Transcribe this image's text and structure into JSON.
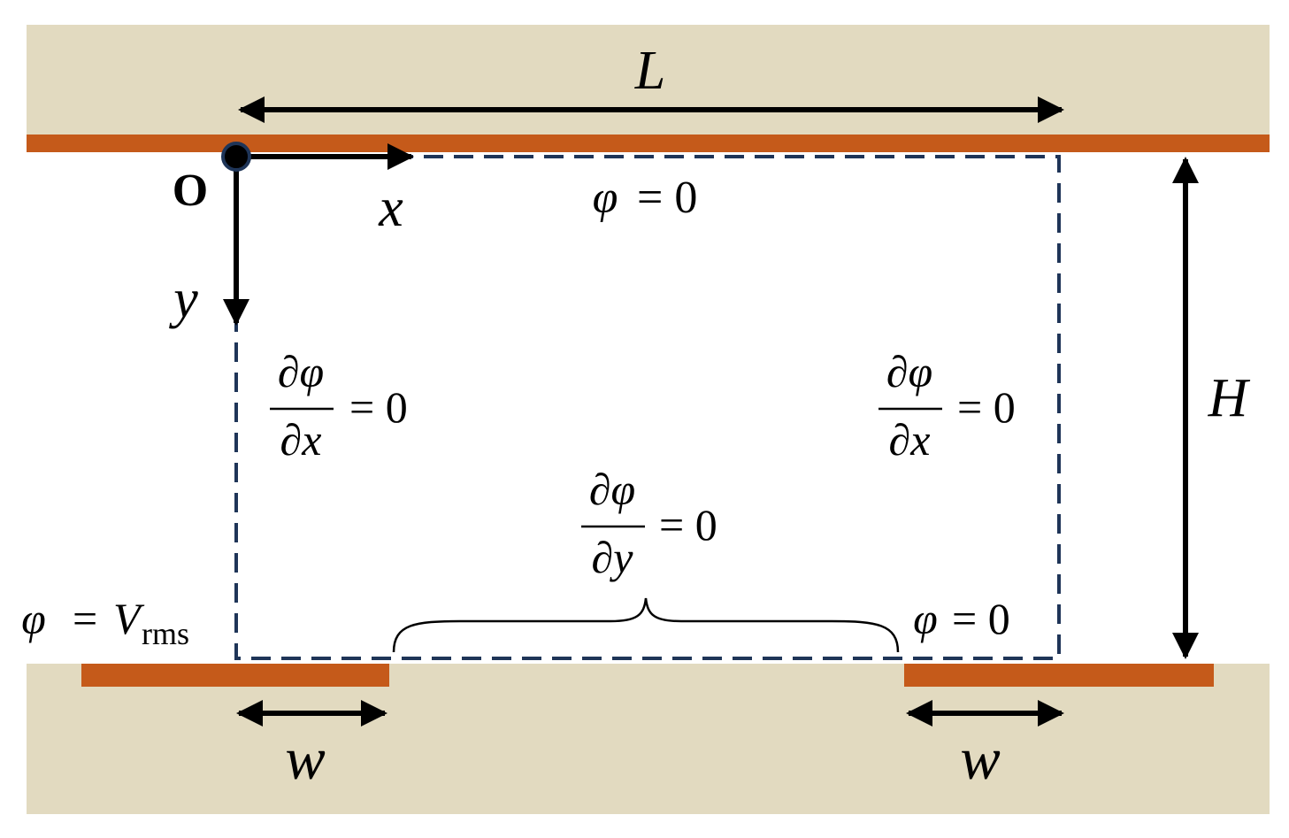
{
  "colors": {
    "substrate": "#e2dac0",
    "electrode": "#c55a1a",
    "boundary": "#1f3558",
    "arrow": "#000000"
  },
  "labels": {
    "length": "L",
    "height": "H",
    "origin": "O",
    "x_axis": "x",
    "y_axis": "y",
    "electrode_width_left": "w",
    "electrode_width_right": "w"
  },
  "boundary_conditions": {
    "top": {
      "lhs": "φ",
      "rhs": "= 0"
    },
    "left": {
      "numerator": "∂φ",
      "denominator": "∂x",
      "rhs": "= 0"
    },
    "right": {
      "numerator": "∂φ",
      "denominator": "∂x",
      "rhs": "= 0"
    },
    "bottom_middle": {
      "numerator": "∂φ",
      "denominator": "∂y",
      "rhs": "= 0"
    },
    "bottom_left": {
      "lhs": "φ",
      "eq": "=",
      "var": "V",
      "sub": "rms"
    },
    "bottom_right": {
      "lhs": "φ",
      "rhs": "= 0"
    }
  }
}
